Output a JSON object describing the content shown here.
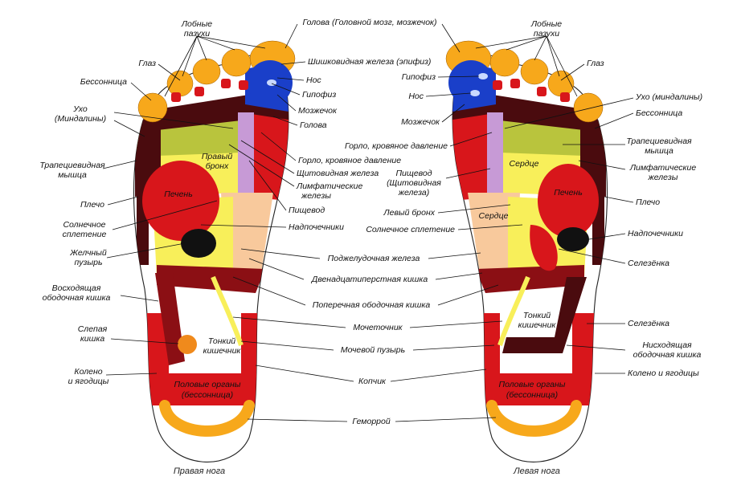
{
  "captions": {
    "right": "Правая нога",
    "left": "Левая нога"
  },
  "zones": {
    "right_bronchus": [
      "Правый",
      "бронх"
    ],
    "right_liver": "Печень",
    "right_small_intestine": [
      "Тонкий",
      "кишечник"
    ],
    "right_genitals": [
      "Половые органы",
      "(бессонница)"
    ],
    "left_heart_upper": "Сердце",
    "left_heart_lower": "Сердце",
    "left_liver": "Печень",
    "left_small_intestine": [
      "Тонкий",
      "кишечник"
    ],
    "left_genitals": [
      "Половые органы",
      "(бессонница)"
    ]
  },
  "labels": {
    "r_sinuses": [
      "Лобные",
      "пазухи"
    ],
    "r_eye": "Глаз",
    "r_insomnia": "Бессонница",
    "r_ear": [
      "Ухо",
      "(Миндалины)"
    ],
    "r_trapezius": [
      "Трапециевидная",
      "мышца"
    ],
    "r_shoulder": "Плечо",
    "r_solar": [
      "Солнечное",
      "сплетение"
    ],
    "r_gallbladder": [
      "Желчный",
      "пузырь"
    ],
    "r_ascending_colon": [
      "Восходящая",
      "ободочная кишка"
    ],
    "r_caecum": [
      "Слепая",
      "кишка"
    ],
    "r_knee": [
      "Колено",
      "и ягодицы"
    ],
    "c_head_brain": "Голова (Головной мозг, мозжечок)",
    "c_pineal": "Шишковидная железа (эпифиз)",
    "c_nose": "Нос",
    "c_pituitary": "Гипофиз",
    "c_cerebellum": "Мозжечок",
    "c_head": "Голова",
    "c_throat": "Горло, кровяное давление",
    "c_thyroid": "Щитовидная железа",
    "c_lymph": [
      "Лимфатические",
      "железы"
    ],
    "c_esophagus": "Пищевод",
    "c_adrenal": "Надпочечники",
    "c_pancreas": "Поджелудочная железа",
    "c_duodenum": "Двенадцатиперстная кишка",
    "c_transverse": "Поперечная ободочная кишка",
    "c_ureter": "Мочеточник",
    "c_bladder": "Мочевой пузырь",
    "c_coccyx": "Копчик",
    "c_hemorrhoids": "Геморрой",
    "l_pituitary": "Гипофиз",
    "l_nose": "Нос",
    "l_cerebellum": "Мозжечок",
    "l_throat": "Горло, кровяное давление",
    "l_esophagus": [
      "Пищевод",
      "(Щитовидная",
      "железа)"
    ],
    "l_left_bronchus": "Левый бронх",
    "l_solar": "Солнечное сплетение",
    "l_sinuses": [
      "Лобные",
      "пазухи"
    ],
    "l_eye": "Глаз",
    "l_ear": "Ухо (миндалины)",
    "l_insomnia": "Бессонница",
    "l_trapezius": [
      "Трапециевидная",
      "мышца"
    ],
    "l_lymph": [
      "Лимфатические",
      "железы"
    ],
    "l_shoulder": "Плечо",
    "l_adrenal": "Надпочечники",
    "l_spleen": "Селезёнка",
    "l_spleen2": "Селезёнка",
    "l_descending": [
      "Нисходящая",
      "ободочная кишка"
    ],
    "l_knee": "Колено и ягодицы"
  },
  "colors": {
    "toe": "#f7a81b",
    "red": "#d8161b",
    "darkred": "#8b0f14",
    "maroon": "#4a0b0e",
    "yellow": "#f8ef5a",
    "olive": "#b9c43d",
    "blue": "#1a3fc9",
    "lilac": "#c79ad6",
    "peach": "#f8c99c",
    "black": "#111111",
    "orange": "#f08a1c"
  }
}
